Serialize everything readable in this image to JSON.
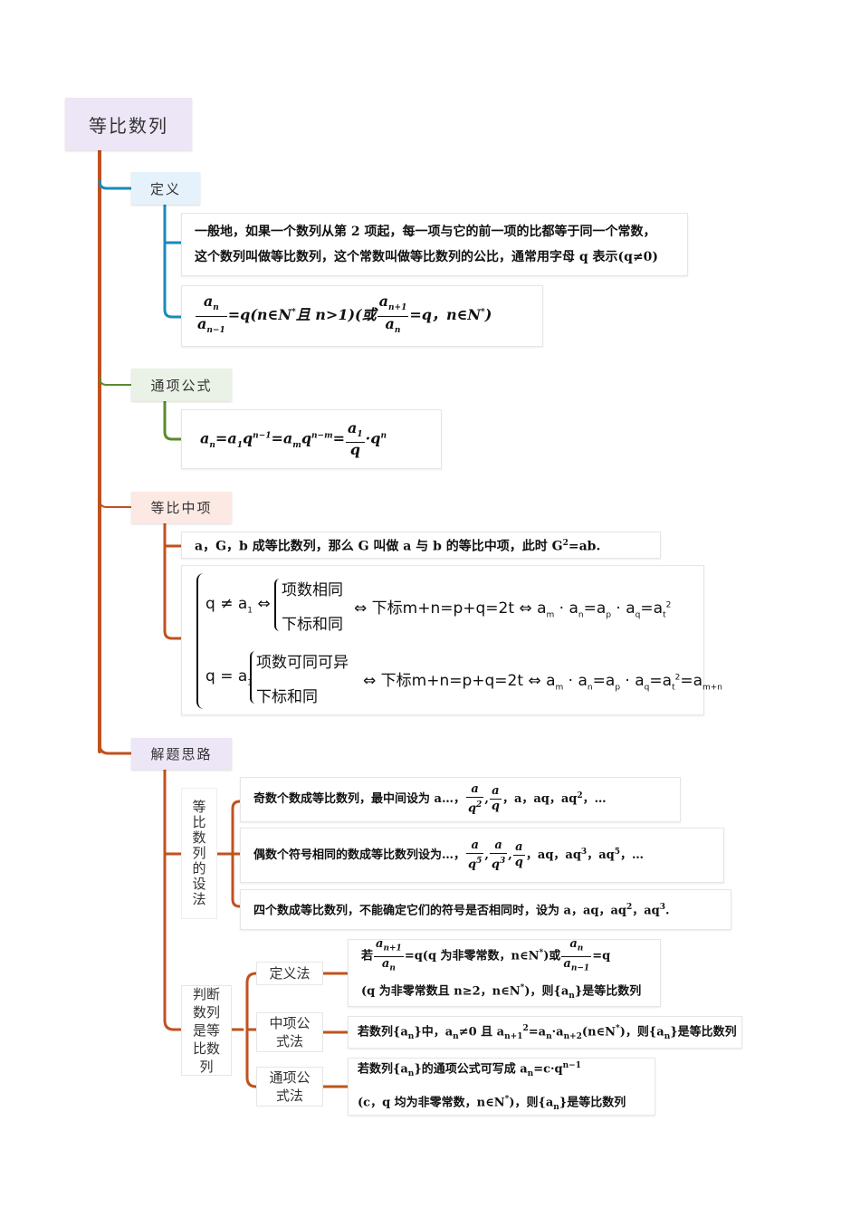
{
  "colors": {
    "trunk": "#c0521e",
    "definition": "#1a8ab8",
    "formula": "#5a8a2e",
    "root_bg": "#ece6f7",
    "def_bg": "#e5f1fb",
    "formula_bg": "#eaf1e6",
    "middle_bg": "#fde9e4",
    "solve_bg": "#ece6f7"
  },
  "root": {
    "title": "等比数列"
  },
  "definition": {
    "label": "定义",
    "text": [
      [
        "一般地，如果一个数列从第 2 项起，每一项与它的前一项的比都等于同一个常数，"
      ],
      [
        "这个数列叫做等比数列，这个常数叫做等比数列的公比，通常用字母 q 表示(q≠0)"
      ]
    ],
    "formula": [
      {
        "frac": [
          [
            "a",
            {
              "sub": "n"
            }
          ],
          [
            "a",
            {
              "sub": "n−1"
            }
          ]
        ]
      },
      "=q(n∈N",
      {
        "sup": "*"
      },
      "且 n>1)(或",
      {
        "frac": [
          [
            "a",
            {
              "sub": "n+1"
            }
          ],
          [
            "a",
            {
              "sub": "n"
            }
          ]
        ]
      },
      "=q，n∈N",
      {
        "sup": "*"
      },
      ")"
    ]
  },
  "general": {
    "label": "通项公式",
    "formula": [
      "a",
      {
        "sub": "n"
      },
      "=a",
      {
        "sub": "1"
      },
      "q",
      {
        "sup": "n−1"
      },
      "=a",
      {
        "sub": "m"
      },
      "q",
      {
        "sup": "n−m"
      },
      "=",
      {
        "frac": [
          [
            "a",
            {
              "sub": "1"
            }
          ],
          [
            "q"
          ]
        ]
      },
      "·q",
      {
        "sup": "n"
      }
    ]
  },
  "middle": {
    "label": "等比中项",
    "text": [
      "a，G，b 成等比数列，那么 G 叫做 a 与 b 的等比中项，此时 G",
      {
        "sup": "2"
      },
      "=ab."
    ],
    "case1": {
      "cond": [
        "q ≠ a",
        {
          "sub": "1"
        },
        " ⇔"
      ],
      "sub1": "项数相同",
      "sub2": "下标和同",
      "result": [
        "⇔ 下标m+n=p+q=2t ⇔ a",
        {
          "sub": "m"
        },
        " · a",
        {
          "sub": "n"
        },
        "=a",
        {
          "sub": "p"
        },
        " · a",
        {
          "sub": "q"
        },
        "=a",
        {
          "sub": "t"
        },
        {
          "sup": "2"
        }
      ]
    },
    "case2": {
      "cond": [
        "q = a",
        {
          "sub": "1"
        }
      ],
      "sub1": "项数可同可异",
      "sub2": "下标和同",
      "result": [
        "⇔ 下标m+n=p+q=2t ⇔ a",
        {
          "sub": "m"
        },
        " · a",
        {
          "sub": "n"
        },
        "=a",
        {
          "sub": "p"
        },
        " · a",
        {
          "sub": "q"
        },
        "=a",
        {
          "sub": "t"
        },
        {
          "sup": "2"
        },
        "=a",
        {
          "sub": "m+n"
        }
      ]
    }
  },
  "solve": {
    "label": "解题思路",
    "setup": {
      "label": "等比数列的设法",
      "items": [
        [
          "奇数个数成等比数列，最中间设为 a…，",
          {
            "frac": [
              [
                "a"
              ],
              [
                "q",
                {
                  "sup": "2"
                }
              ]
            ]
          },
          ",",
          {
            "frac": [
              [
                "a"
              ],
              [
                "q"
              ]
            ]
          },
          "，a，aq，aq",
          {
            "sup": "2"
          },
          "，…"
        ],
        [
          "偶数个符号相同的数成等比数列设为…，",
          {
            "frac": [
              [
                "a"
              ],
              [
                "q",
                {
                  "sup": "5"
                }
              ]
            ]
          },
          ",",
          {
            "frac": [
              [
                "a"
              ],
              [
                "q",
                {
                  "sup": "3"
                }
              ]
            ]
          },
          ",",
          {
            "frac": [
              [
                "a"
              ],
              [
                "q"
              ]
            ]
          },
          "，aq，aq",
          {
            "sup": "3"
          },
          "，aq",
          {
            "sup": "5"
          },
          "，…"
        ],
        [
          "四个数成等比数列，不能确定它们的符号是否相同时，设为 a，aq，aq",
          {
            "sup": "2"
          },
          "，aq",
          {
            "sup": "3"
          },
          "."
        ]
      ]
    },
    "judge": {
      "label": "判断数列是等比数列",
      "methods": [
        {
          "label": "定义法",
          "lines": [
            [
              "若",
              {
                "frac": [
                  [
                    "a",
                    {
                      "sub": "n+1"
                    }
                  ],
                  [
                    "a",
                    {
                      "sub": "n"
                    }
                  ]
                ]
              },
              "=q(q 为非零常数，n∈N",
              {
                "sup": "*"
              },
              ")或",
              {
                "frac": [
                  [
                    "a",
                    {
                      "sub": "n"
                    }
                  ],
                  [
                    "a",
                    {
                      "sub": "n−1"
                    }
                  ]
                ]
              },
              "=q"
            ],
            [
              "(q 为非零常数且 n≥2，n∈N",
              {
                "sup": "*"
              },
              ")，则{a",
              {
                "sub": "n"
              },
              "}是等比数列"
            ]
          ]
        },
        {
          "label": "中项公式法",
          "lines": [
            [
              "若数列{a",
              {
                "sub": "n"
              },
              "}中，a",
              {
                "sub": "n"
              },
              "≠0 且 a",
              {
                "sub": "n+1"
              },
              {
                "sup": "2"
              },
              "=a",
              {
                "sub": "n"
              },
              "·a",
              {
                "sub": "n+2"
              },
              "(n∈N",
              {
                "sup": "*"
              },
              ")，则{a",
              {
                "sub": "n"
              },
              "}是等比数列"
            ]
          ]
        },
        {
          "label": "通项公式法",
          "lines": [
            [
              "若数列{a",
              {
                "sub": "n"
              },
              "}的通项公式可写成 a",
              {
                "sub": "n"
              },
              "=c·q",
              {
                "sup": "n−1"
              }
            ],
            [
              "(c，q 均为非零常数，n∈N",
              {
                "sup": "*"
              },
              ")，则{a",
              {
                "sub": "n"
              },
              "}是等比数列"
            ]
          ]
        }
      ]
    }
  }
}
